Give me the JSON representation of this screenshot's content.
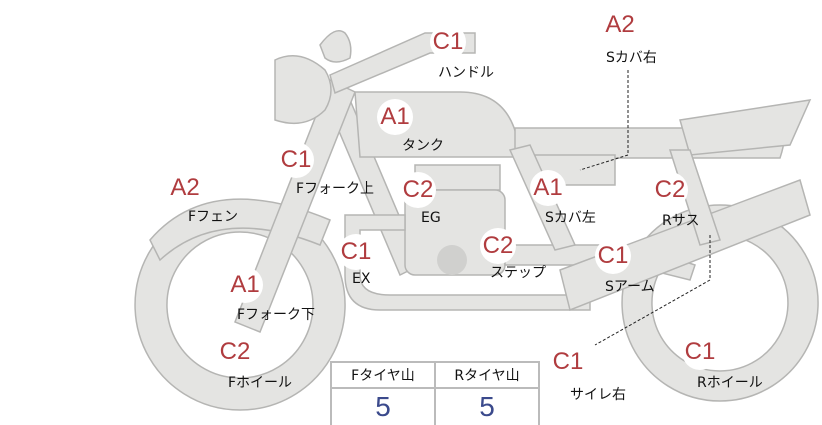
{
  "parts": [
    {
      "id": "handle",
      "grade": "C1",
      "label": "ハンドル"
    },
    {
      "id": "s-cover-right",
      "grade": "A2",
      "label": "Sカバ右"
    },
    {
      "id": "tank",
      "grade": "A1",
      "label": "タンク"
    },
    {
      "id": "f-fork-upper",
      "grade": "C1",
      "label": "Fフォーク上"
    },
    {
      "id": "f-fender",
      "grade": "A2",
      "label": "Fフェン"
    },
    {
      "id": "engine",
      "grade": "C2",
      "label": "EG"
    },
    {
      "id": "s-cover-left",
      "grade": "A1",
      "label": "Sカバ左"
    },
    {
      "id": "r-suspension",
      "grade": "C2",
      "label": "Rサス"
    },
    {
      "id": "exhaust",
      "grade": "C1",
      "label": "EX"
    },
    {
      "id": "step",
      "grade": "C2",
      "label": "ステップ"
    },
    {
      "id": "swing-arm",
      "grade": "C1",
      "label": "Sアーム"
    },
    {
      "id": "f-fork-lower",
      "grade": "A1",
      "label": "Fフォーク下"
    },
    {
      "id": "f-wheel",
      "grade": "C2",
      "label": "Fホイール"
    },
    {
      "id": "silencer-right",
      "grade": "C1",
      "label": "サイレ右"
    },
    {
      "id": "r-wheel",
      "grade": "C1",
      "label": "Rホイール"
    }
  ],
  "tires": {
    "front_label": "Fタイヤ山",
    "rear_label": "Rタイヤ山",
    "front_value": "5",
    "rear_value": "5"
  }
}
